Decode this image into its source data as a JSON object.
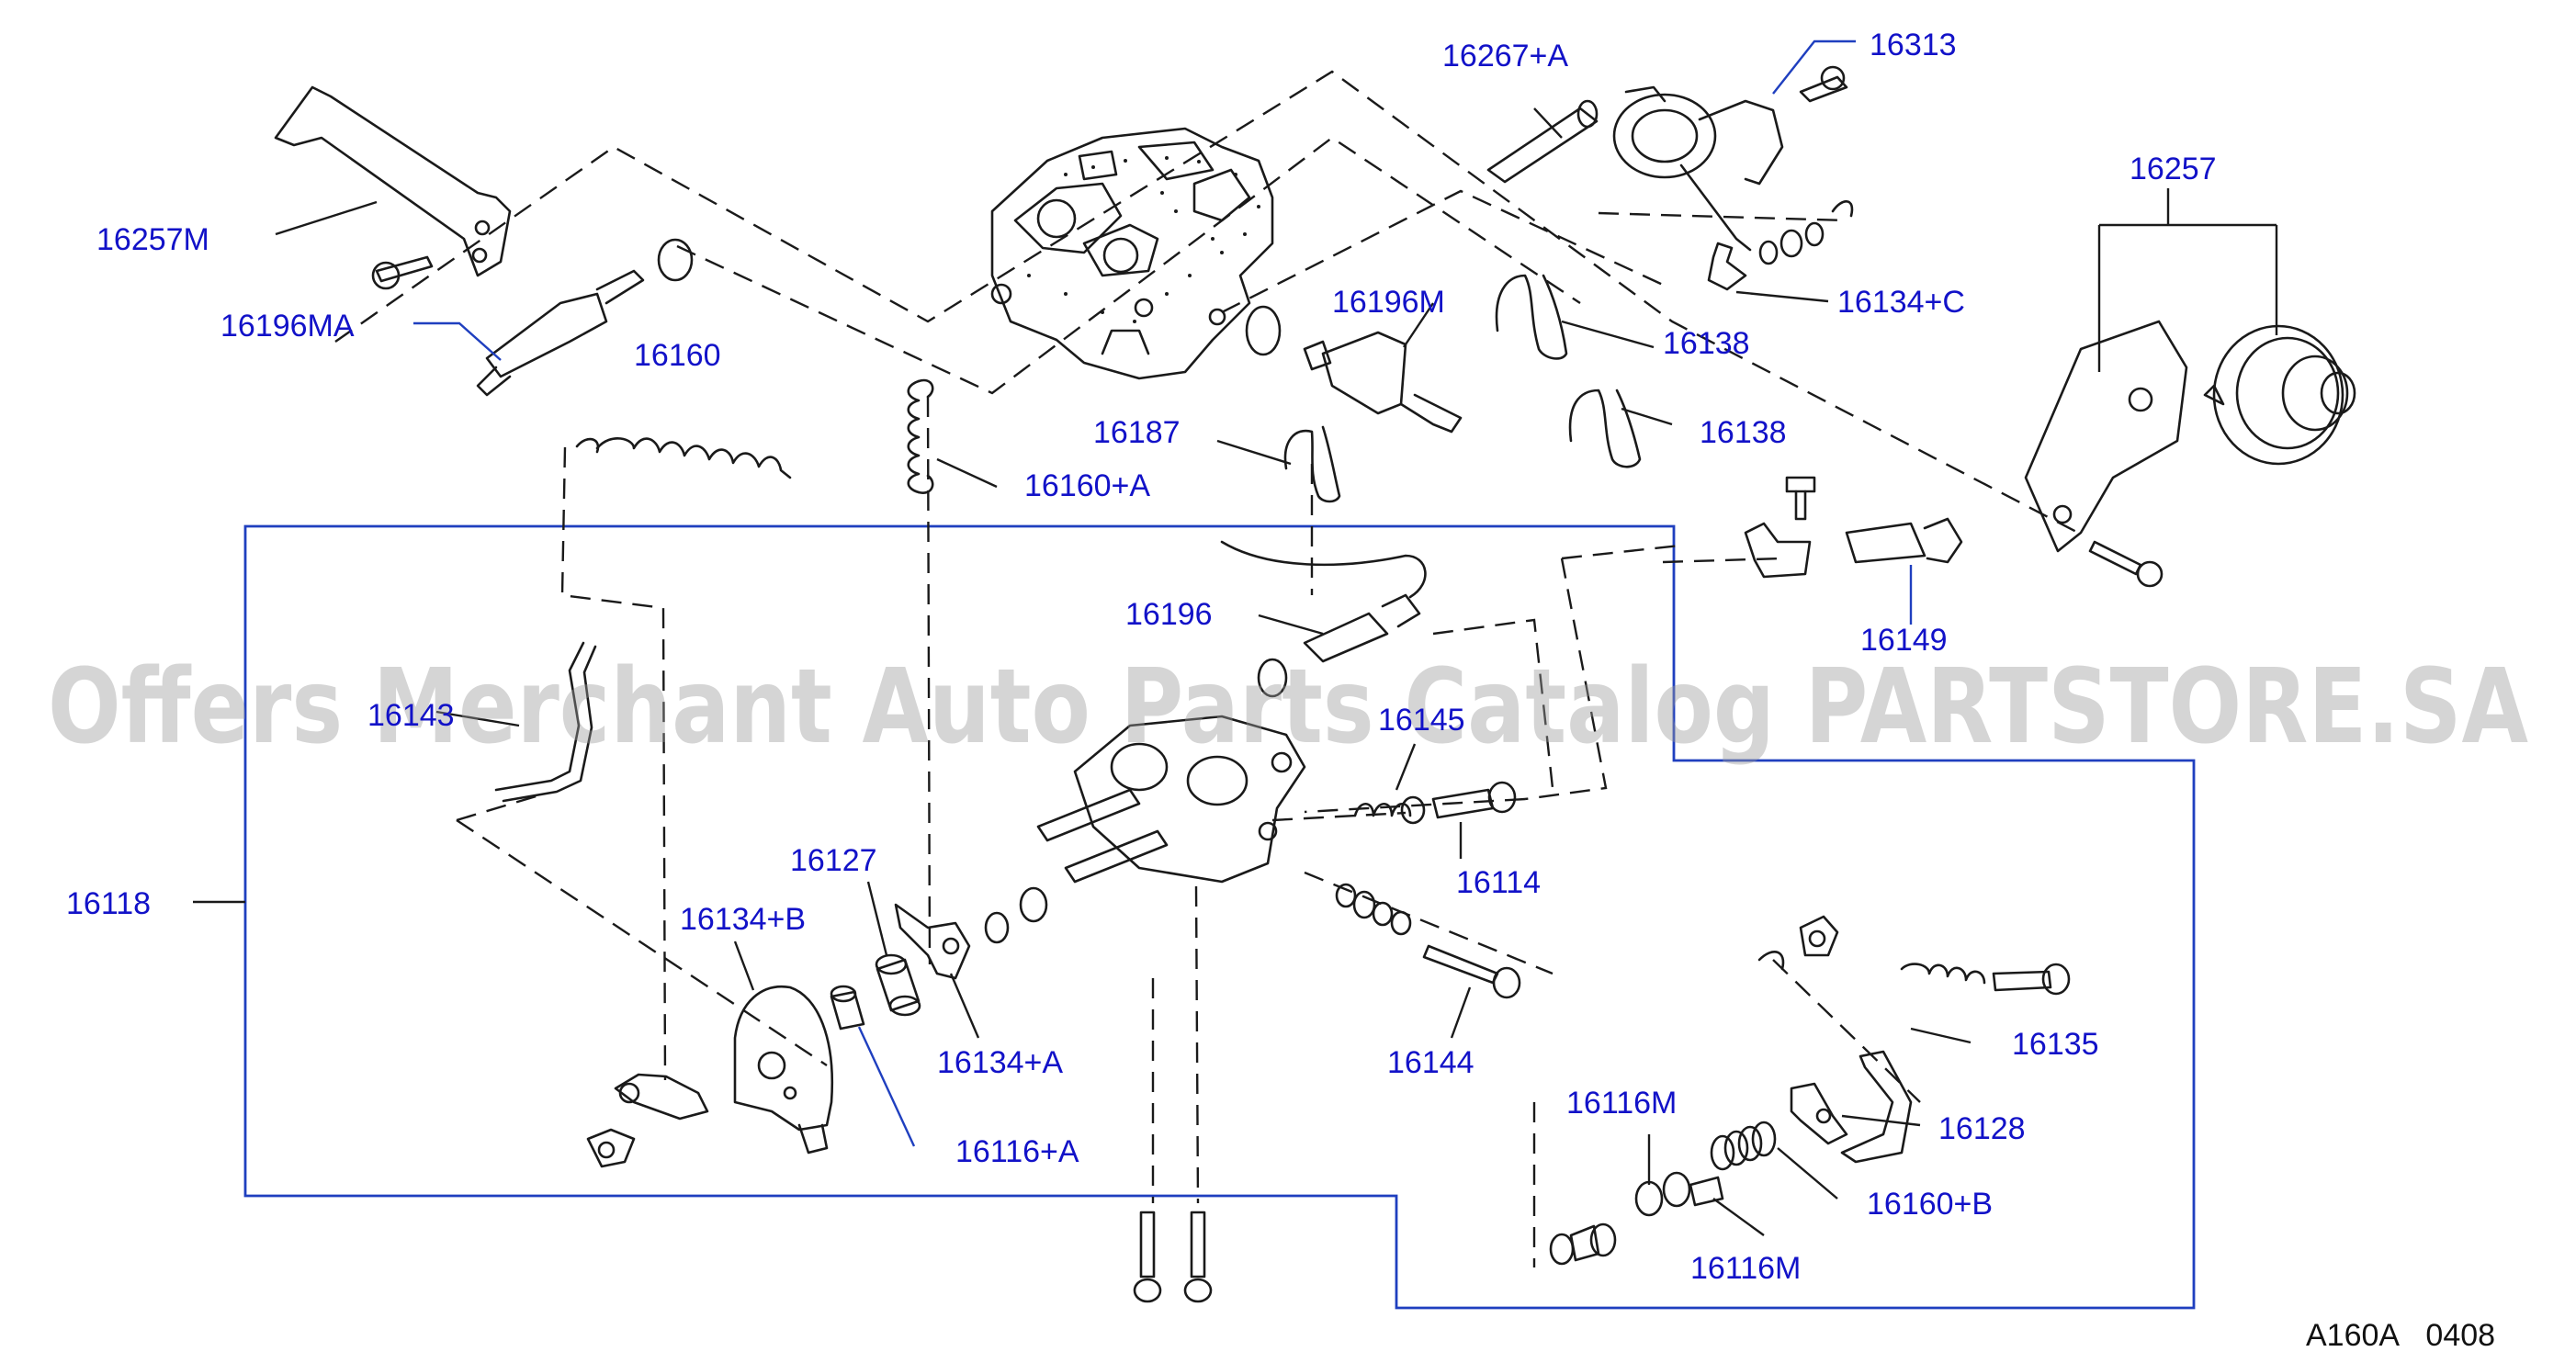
{
  "watermark": "Offers Merchant Auto Parts Catalog PARTSTORE.SA",
  "diagram_code": "A160A   0408",
  "labels": {
    "p16257M": "16257M",
    "p16196MA": "16196MA",
    "p16160": "16160",
    "p16267A": "16267+A",
    "p16313": "16313",
    "p16257": "16257",
    "p16134C": "16134+C",
    "p16196M": "16196M",
    "p16138a": "16138",
    "p16138b": "16138",
    "p16187": "16187",
    "p16160A": "16160+A",
    "p16196": "16196",
    "p16149": "16149",
    "p16145": "16145",
    "p16114": "16114",
    "p16143": "16143",
    "p16118": "16118",
    "p16127": "16127",
    "p16134B": "16134+B",
    "p16134A": "16134+A",
    "p16144": "16144",
    "p16116A": "16116+A",
    "p16135": "16135",
    "p16128": "16128",
    "p16116Ma": "16116M",
    "p16160B": "16160+B",
    "p16116Mb": "16116M"
  },
  "colors": {
    "label": "#1212c8",
    "boundary": "#1f3fbf",
    "line": "#1a1a1a",
    "watermark": "#9a9a9a"
  }
}
